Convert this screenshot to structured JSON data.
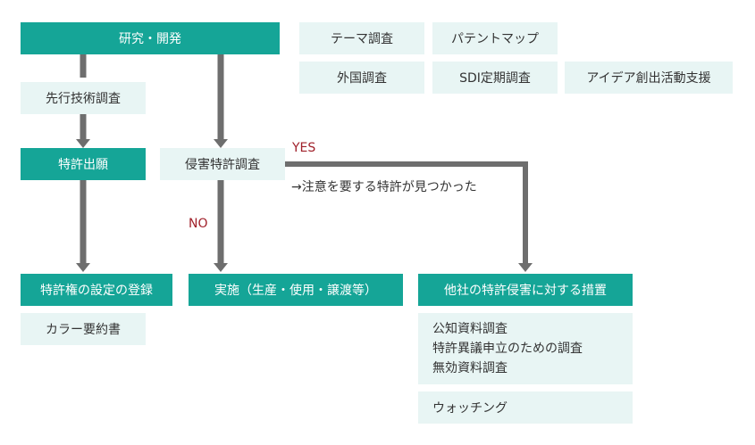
{
  "nodes": {
    "research": "研究・開発",
    "theme_survey": "テーマ調査",
    "patent_map": "パテントマップ",
    "foreign_survey": "外国調査",
    "sdi_survey": "SDI定期調査",
    "idea_support": "アイデア創出活動支援",
    "prior_art": "先行技術調査",
    "patent_filing": "特許出願",
    "infringement_survey": "侵害特許調査",
    "rights_setting": "特許権の設定の登録",
    "implementation": "実施（生産・使用・譲渡等）",
    "infringement_measures": "他社の特許侵害に対する措置",
    "color_summary": "カラー要約書",
    "measures_list": [
      "公知資料調査",
      "特許異議申立のための調査",
      "無効資料調査"
    ],
    "watching": "ウォッチング"
  },
  "labels": {
    "yes": "YES",
    "no": "NO",
    "yes_note": "→注意を要する特許が見つかった"
  },
  "colors": {
    "teal": "#15a597",
    "light": "#e8f5f4",
    "arrow": "#6e6e6e",
    "label_red": "#a0202a"
  }
}
